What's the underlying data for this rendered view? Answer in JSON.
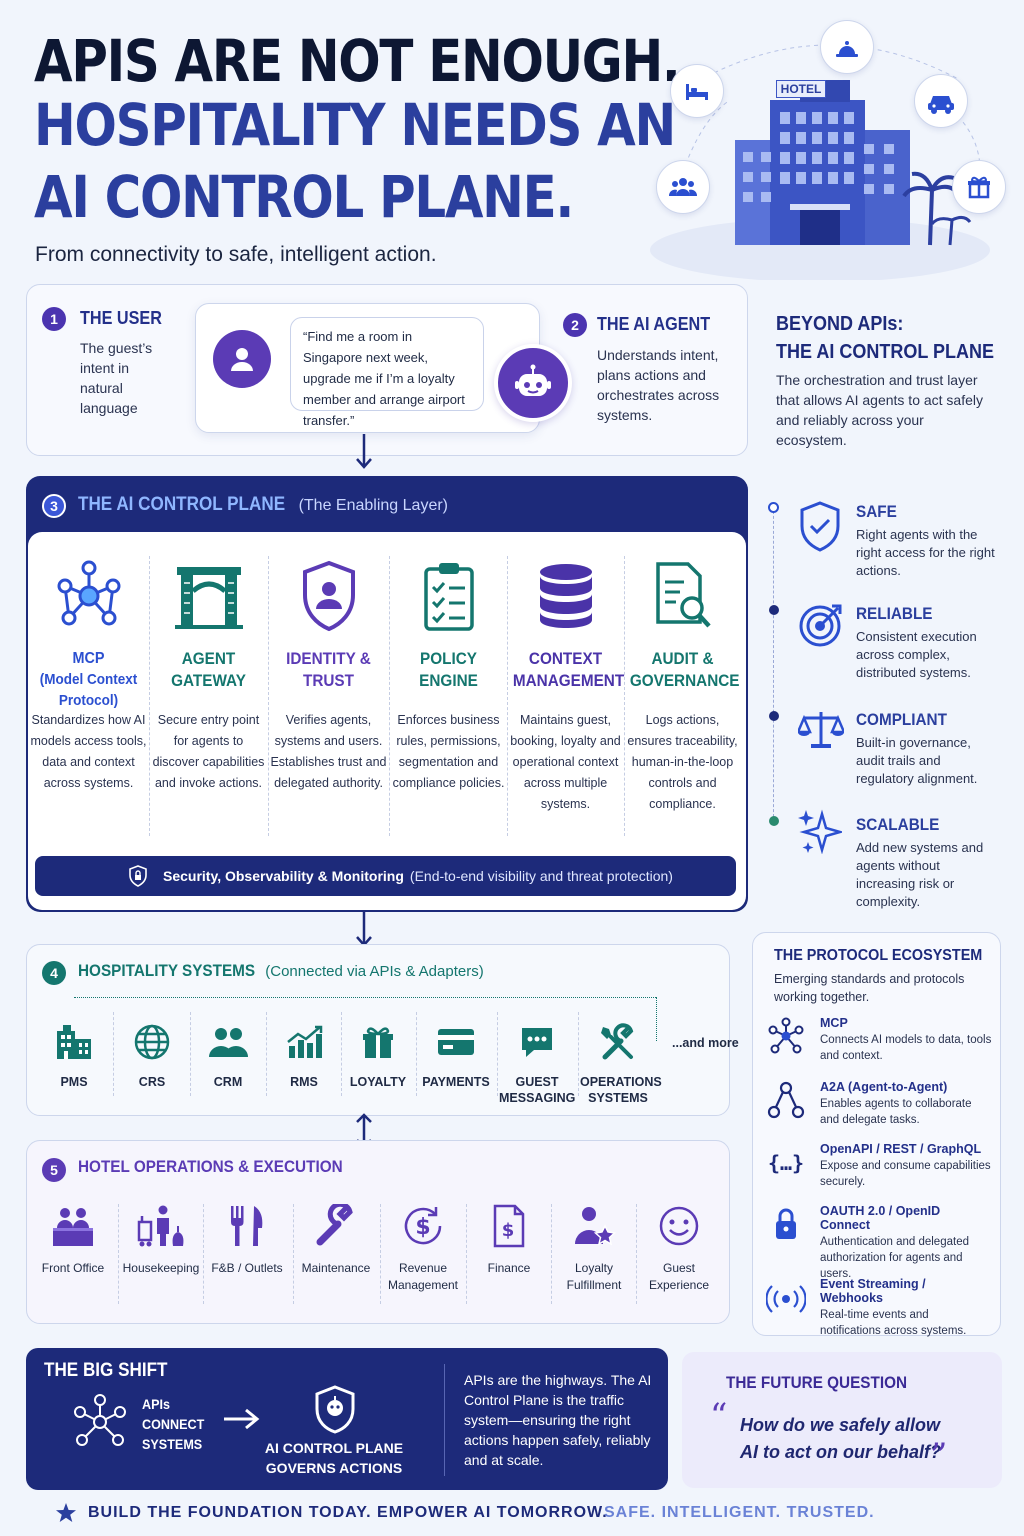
{
  "header": {
    "line1": "APIs ARE NOT ENOUGH.",
    "line2": "HOSPITALITY NEEDS AN",
    "line3": "AI CONTROL PLANE.",
    "subtitle": "From connectivity to safe, intelligent action.",
    "hotel_sign": "HOTEL"
  },
  "user": {
    "num": "1",
    "title": "THE USER",
    "desc": "The guest’s intent in natural language",
    "quote": "“Find me a room in Singapore next week, upgrade me if I’m a loyalty member and arrange airport transfer.”"
  },
  "agent": {
    "num": "2",
    "title": "THE AI AGENT",
    "desc": "Understands intent, plans actions and orchestrates across systems."
  },
  "beyond": {
    "title_line1": "BEYOND APIs:",
    "title_line2": "THE AI CONTROL PLANE",
    "desc": "The orchestration and trust layer that allows AI agents to act safely and reliably across your ecosystem."
  },
  "control_plane": {
    "num": "3",
    "title": "THE AI CONTROL PLANE",
    "subtitle": "(The Enabling Layer)",
    "columns": [
      {
        "title": "MCP",
        "title2": "(Model Context Protocol)",
        "desc": "Standardizes how AI models access tools, data and context across systems.",
        "icon": "network-icon",
        "color": "#2b4fd0"
      },
      {
        "title": "AGENT GATEWAY",
        "desc": "Secure entry point for agents to discover capabilities and invoke actions.",
        "icon": "gateway-icon",
        "color": "#14766e"
      },
      {
        "title": "IDENTITY & TRUST",
        "desc": "Verifies agents, systems and users. Establishes trust and delegated authority.",
        "icon": "shield-user-icon",
        "color": "#5b3bb5"
      },
      {
        "title": "POLICY ENGINE",
        "desc": "Enforces business rules, permissions, segmentation and compliance policies.",
        "icon": "clipboard-check-icon",
        "color": "#14766e"
      },
      {
        "title": "CONTEXT MANAGEMENT",
        "desc": "Maintains guest, booking, loyalty and operational context across multiple systems.",
        "icon": "database-icon",
        "color": "#4a33a8"
      },
      {
        "title": "AUDIT & GOVERNANCE",
        "desc": "Logs actions, ensures traceability, human-in-the-loop controls and compliance.",
        "icon": "document-search-icon",
        "color": "#14766e"
      }
    ],
    "security_bold": "Security, Observability & Monitoring",
    "security_rest": "(End-to-end visibility and threat protection)"
  },
  "qualities": [
    {
      "title": "SAFE",
      "desc": "Right agents with the right access for the right actions.",
      "icon": "shield-check-icon"
    },
    {
      "title": "RELIABLE",
      "desc": "Consistent execution across complex, distributed systems.",
      "icon": "target-icon"
    },
    {
      "title": "COMPLIANT",
      "desc": "Built-in governance, audit trails and regulatory alignment.",
      "icon": "scales-icon"
    },
    {
      "title": "SCALABLE",
      "desc": "Add new systems and agents without increasing risk or complexity.",
      "icon": "sparkles-icon"
    }
  ],
  "systems": {
    "num": "4",
    "title": "HOSPITALITY SYSTEMS",
    "subtitle": "(Connected via APIs & Adapters)",
    "more": "...and more",
    "items": [
      {
        "label": "PMS",
        "icon": "building-icon"
      },
      {
        "label": "CRS",
        "icon": "globe-icon"
      },
      {
        "label": "CRM",
        "icon": "users-icon"
      },
      {
        "label": "RMS",
        "icon": "bar-chart-icon"
      },
      {
        "label": "LOYALTY",
        "icon": "gift-icon"
      },
      {
        "label": "PAYMENTS",
        "icon": "card-icon"
      },
      {
        "label": "GUEST MESSAGING",
        "icon": "chat-icon"
      },
      {
        "label": "OPERATIONS SYSTEMS",
        "icon": "tools-icon"
      }
    ]
  },
  "operations": {
    "num": "5",
    "title": "HOTEL OPERATIONS & EXECUTION",
    "items": [
      {
        "label": "Front Office",
        "icon": "front-desk-icon"
      },
      {
        "label": "Housekeeping",
        "icon": "housekeeping-icon"
      },
      {
        "label": "F&B / Outlets",
        "icon": "cutlery-icon"
      },
      {
        "label": "Maintenance",
        "icon": "wrench-icon"
      },
      {
        "label": "Revenue Management",
        "icon": "dollar-cycle-icon"
      },
      {
        "label": "Finance",
        "icon": "invoice-icon"
      },
      {
        "label": "Loyalty Fulfillment",
        "icon": "user-star-icon"
      },
      {
        "label": "Guest Experience",
        "icon": "smile-icon"
      }
    ]
  },
  "protocols": {
    "title": "THE PROTOCOL ECOSYSTEM",
    "desc": "Emerging standards and protocols working together.",
    "items": [
      {
        "title": "MCP",
        "desc": "Connects AI models to data, tools and context.",
        "icon": "network-icon"
      },
      {
        "title": "A2A (Agent-to-Agent)",
        "desc": "Enables agents to collaborate and delegate tasks.",
        "icon": "agents-icon"
      },
      {
        "title": "OpenAPI / REST / GraphQL",
        "desc": "Expose and consume capabilities securely.",
        "icon": "braces-icon"
      },
      {
        "title": "OAUTH 2.0 / OpenID Connect",
        "desc": "Authentication and delegated authorization for agents and users.",
        "icon": "lock-icon"
      },
      {
        "title": "Event Streaming / Webhooks",
        "desc": "Real-time events and notifications across systems.",
        "icon": "broadcast-icon"
      }
    ]
  },
  "shift": {
    "title": "THE BIG SHIFT",
    "left_l1": "APIs",
    "left_l2": "CONNECT",
    "left_l3": "SYSTEMS",
    "right_l1": "AI CONTROL PLANE",
    "right_l2": "GOVERNS ACTIONS",
    "desc": "APIs are the highways. The AI Control Plane is the traffic system—ensuring the right actions happen safely, reliably and at scale."
  },
  "future": {
    "title": "THE FUTURE QUESTION",
    "quote_l1": "How do we safely allow",
    "quote_l2": "AI to act on our behalf?"
  },
  "footer": {
    "left": "BUILD THE FOUNDATION TODAY. EMPOWER AI TOMORROW.",
    "right": "SAFE. INTELLIGENT. TRUSTED."
  },
  "colors": {
    "navy": "#1d2a7a",
    "blue": "#2b3f9e",
    "purple": "#5b3bb5",
    "teal": "#14766e",
    "bg": "#f1f5fc"
  }
}
